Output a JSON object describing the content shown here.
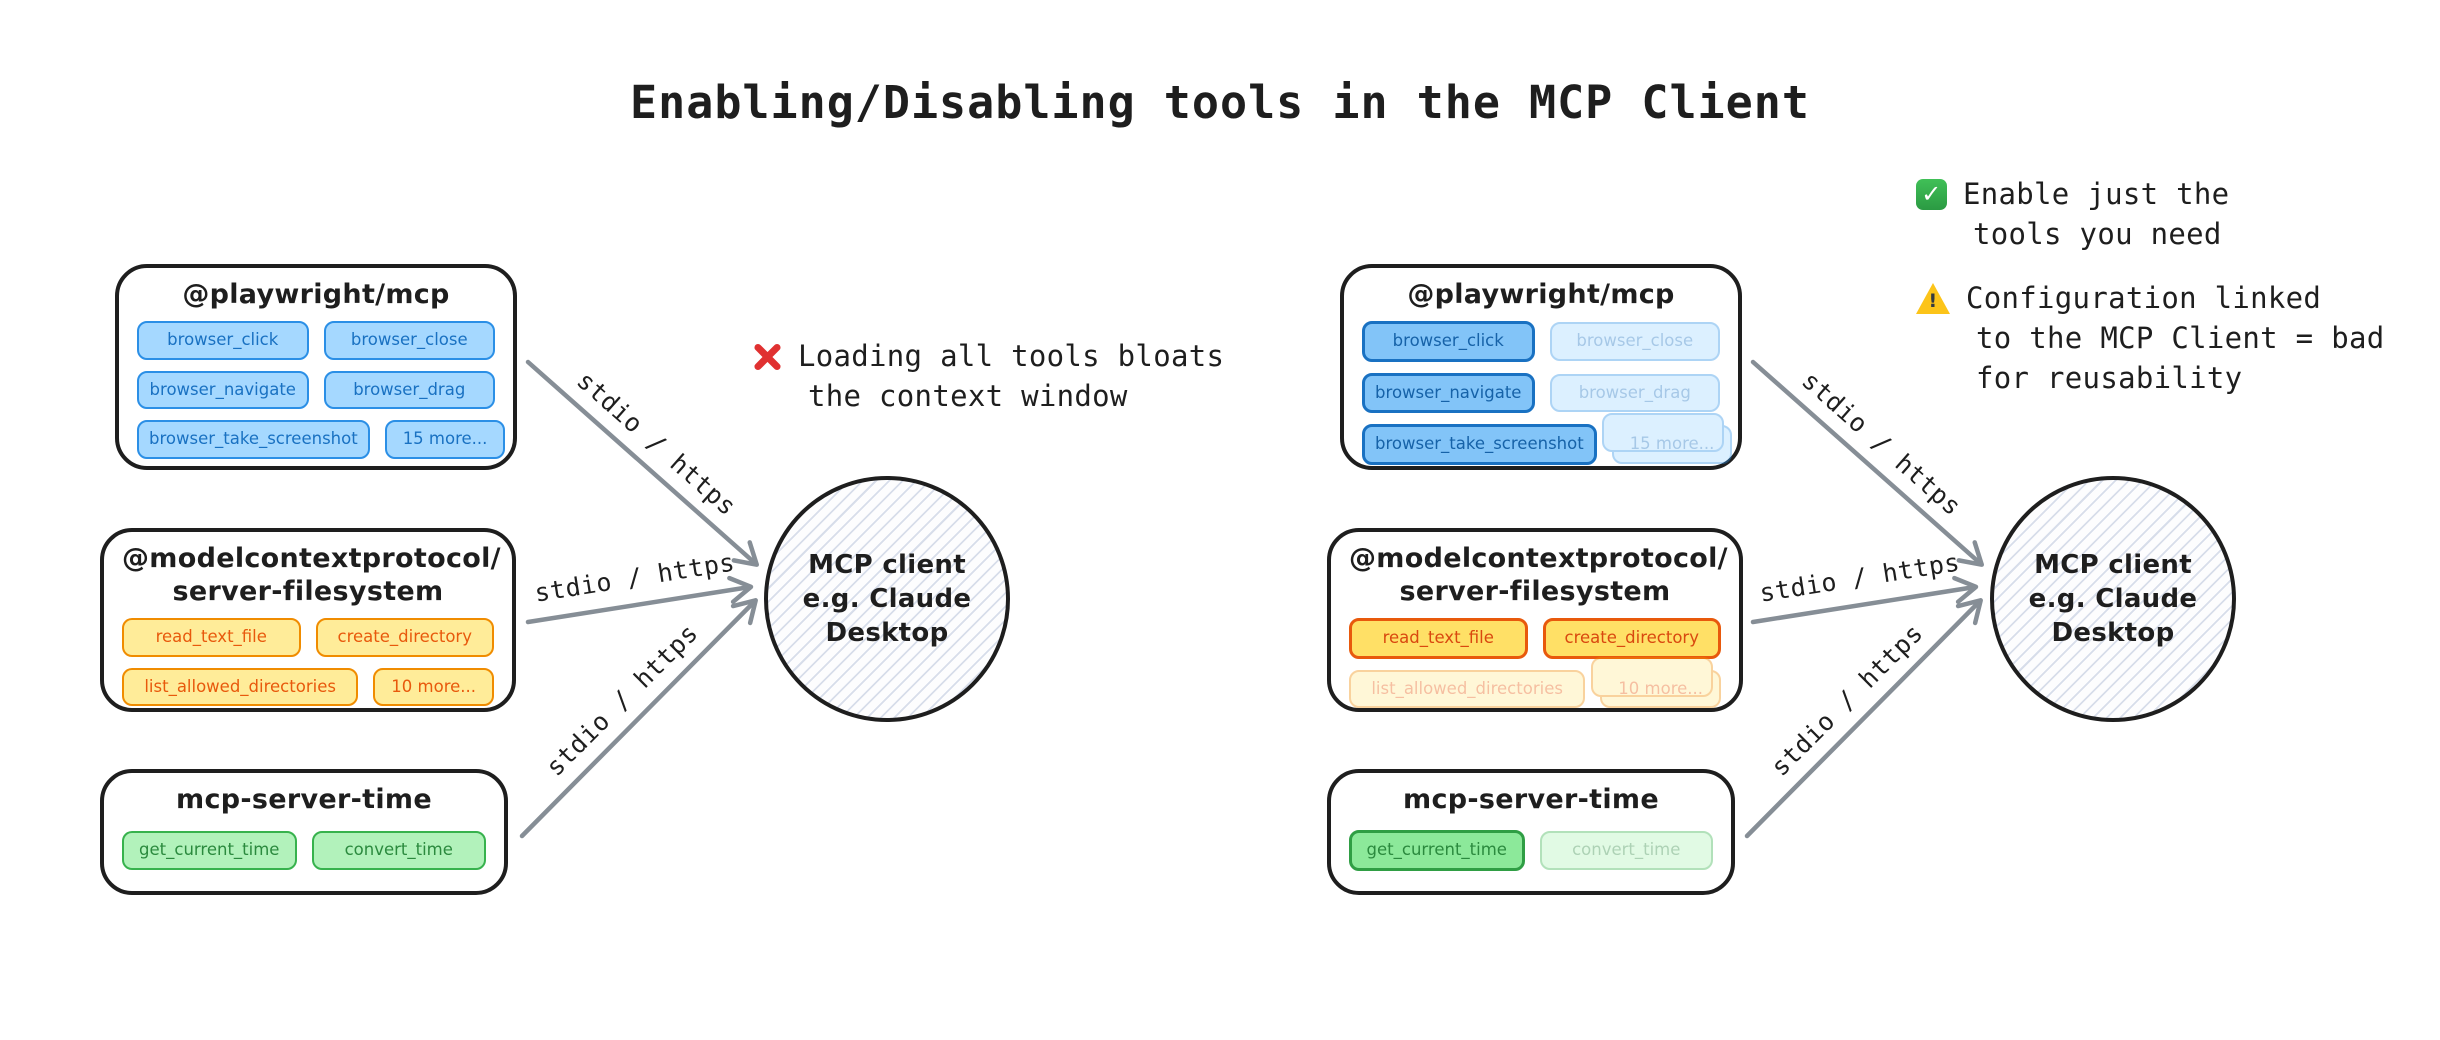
{
  "title": "Enabling/Disabling tools in the MCP Client",
  "palette": {
    "ink": "#1e1e1e",
    "arrow": "#868e96",
    "blue": {
      "fill": "#a5d8ff",
      "fill_strong": "#82c4f8",
      "border": "#2b8fe6",
      "border_strong": "#1971c2",
      "text": "#1971c2"
    },
    "orange": {
      "fill": "#ffec99",
      "fill_strong": "#ffe066",
      "border": "#f08c00",
      "border_strong": "#e8590c",
      "text": "#e8590c"
    },
    "green": {
      "fill": "#b2f2bb",
      "fill_strong": "#8ce99a",
      "border": "#37b24d",
      "border_strong": "#2f9e44",
      "text": "#2b8a3e"
    },
    "cross_icon": "#e03131",
    "check_icon": "#2f9e44",
    "warning_icon": "#fcc419"
  },
  "left": {
    "note": {
      "icon": "cross-mark",
      "lines": [
        "Loading all tools bloats",
        "the context window"
      ]
    },
    "servers": [
      {
        "name_lines": [
          "@playwright/mcp"
        ],
        "scheme": "blue",
        "variant": "plain",
        "rows": [
          [
            {
              "label": "browser_click",
              "enabled": true
            },
            {
              "label": "browser_close",
              "enabled": true
            }
          ],
          [
            {
              "label": "browser_navigate",
              "enabled": true
            },
            {
              "label": "browser_drag",
              "enabled": true
            }
          ],
          [
            {
              "label": "browser_take_screenshot",
              "enabled": true
            },
            {
              "label": "15 more...",
              "enabled": true,
              "stack": true
            }
          ]
        ]
      },
      {
        "name_lines": [
          "@modelcontextprotocol/",
          "server-filesystem"
        ],
        "scheme": "orange",
        "variant": "plain",
        "rows": [
          [
            {
              "label": "read_text_file",
              "enabled": true
            },
            {
              "label": "create_directory",
              "enabled": true
            }
          ],
          [
            {
              "label": "list_allowed_directories",
              "enabled": true
            },
            {
              "label": "10 more...",
              "enabled": true,
              "stack": true
            }
          ]
        ]
      },
      {
        "name_lines": [
          "mcp-server-time"
        ],
        "scheme": "green",
        "variant": "plain",
        "rows": [
          [
            {
              "label": "get_current_time",
              "enabled": true
            },
            {
              "label": "convert_time",
              "enabled": true
            }
          ]
        ]
      }
    ],
    "client": {
      "lines": [
        "MCP client",
        "e.g. Claude",
        "Desktop"
      ]
    },
    "arrow_labels": [
      "stdio / https",
      "stdio / https",
      "stdio / https"
    ]
  },
  "right": {
    "notes": [
      {
        "icon": "check-mark",
        "lines": [
          "Enable just the",
          "tools you need"
        ]
      },
      {
        "icon": "warning",
        "lines": [
          "Configuration linked",
          "to the MCP Client = bad",
          "for reusability"
        ]
      }
    ],
    "servers": [
      {
        "name_lines": [
          "@playwright/mcp"
        ],
        "scheme": "blue",
        "variant": "filtered",
        "rows": [
          [
            {
              "label": "browser_click",
              "enabled": true
            },
            {
              "label": "browser_close",
              "enabled": false
            }
          ],
          [
            {
              "label": "browser_navigate",
              "enabled": true
            },
            {
              "label": "browser_drag",
              "enabled": false
            }
          ],
          [
            {
              "label": "browser_take_screenshot",
              "enabled": true
            },
            {
              "label": "15 more...",
              "enabled": false,
              "stack": true
            }
          ]
        ]
      },
      {
        "name_lines": [
          "@modelcontextprotocol/",
          "server-filesystem"
        ],
        "scheme": "orange",
        "variant": "filtered",
        "rows": [
          [
            {
              "label": "read_text_file",
              "enabled": true
            },
            {
              "label": "create_directory",
              "enabled": true
            }
          ],
          [
            {
              "label": "list_allowed_directories",
              "enabled": false
            },
            {
              "label": "10 more...",
              "enabled": false,
              "stack": true
            }
          ]
        ]
      },
      {
        "name_lines": [
          "mcp-server-time"
        ],
        "scheme": "green",
        "variant": "filtered",
        "rows": [
          [
            {
              "label": "get_current_time",
              "enabled": true
            },
            {
              "label": "convert_time",
              "enabled": false
            }
          ]
        ]
      }
    ],
    "client": {
      "lines": [
        "MCP client",
        "e.g. Claude",
        "Desktop"
      ]
    },
    "arrow_labels": [
      "stdio / https",
      "stdio / https",
      "stdio / https"
    ]
  }
}
